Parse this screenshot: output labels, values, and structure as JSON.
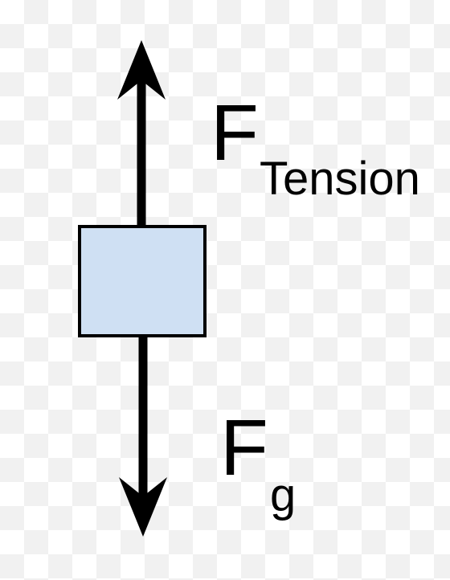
{
  "diagram": {
    "block_color": "#cfe0f3",
    "stroke_color": "#000000",
    "forces": [
      {
        "symbol": "F",
        "subscript": "Tension",
        "direction": "up"
      },
      {
        "symbol": "F",
        "subscript": "g",
        "direction": "down"
      }
    ]
  }
}
